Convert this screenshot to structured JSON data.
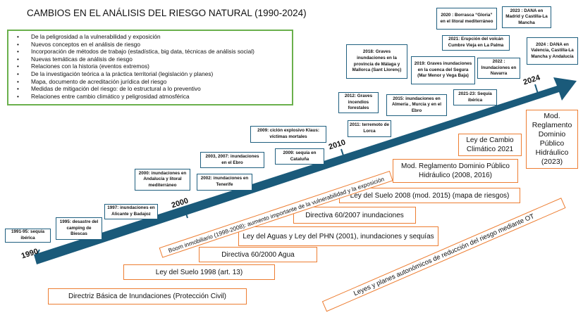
{
  "title": "CAMBIOS EN EL ANÁLISIS DEL RIESGO NATURAL (1990-2024)",
  "key_points": [
    "De la peligrosidad a la vulnerabilidad y exposición",
    "Nuevos conceptos en el análisis de riesgo",
    "Incorporación de métodos de trabajo (estadística, big data, técnicas de análisis social)",
    "Nuevas temáticas de análisis de riesgo",
    "Relaciones con la historia (eventos extremos)",
    "De la investigación teórica a la práctica territorial (legislación y planes)",
    "Mapa, documento de acreditación jurídica del riesgo",
    "Medidas de mitigación del riesgo: de lo estructural a lo preventivo",
    "Relaciones entre cambio climático y peligrosidad atmosférica"
  ],
  "years": [
    "1990",
    "2000",
    "2010",
    "2024"
  ],
  "events": [
    "1991-95: sequía ibérica",
    "1995: desastre del camping de Biescas",
    "1997: inundaciones en Alicante y Badajoz",
    "2000: inundaciones en Andalucía y litoral mediterráneo",
    "2002: inundaciones en Tenerife",
    "2003, 2007: inundaciones en el Ebro",
    "2009: ciclón explosivo Klaus: víctimas mortales",
    "2009: sequía en Cataluña",
    "2011: terremoto de Lorca",
    "2012: Graves incendios forestales",
    "2015: inundaciones en Almería , Murcia y en el Ebro",
    "2018: Graves inundaciones en la provincia de Málaga y Mallorca (Sant Llorenç)",
    "2019: Graves inundaciones en la cuenca del Segura (Mar Menor y Vega Baja)",
    "2020 : Borrasca “Gloria” en el litoral mediterráneo",
    "2021: Erupción del volcán Cumbre Vieja en La Palma",
    "2021-23: Sequía ibérica",
    "2022 : Inundaciones en Navarra",
    "2023 : DANA en Madrid y Castilla-La Mancha",
    "2024 : DANA en Valencia, Castilla-La Mancha y Andalucía"
  ],
  "laws": [
    "Mod. Reglamento Dominio Público Hidráulico (2023)",
    "Ley de Cambio Climático 2021",
    "Mod. Reglamento Dominio Público Hidráulico (2008, 2016)",
    "Ley del Suelo 2008 (mod. 2015) (mapa de riesgos)",
    "Directiva 60/2007 inundaciones",
    "Ley del Aguas y Ley del PHN (2001), inundaciones y sequías",
    "Directiva 60/2000  Agua",
    "Ley del Suelo 1998 (art. 13)",
    "Directriz Básica de Inundaciones (Protección Civil)"
  ],
  "boom": "Boom inmobiliario (1998-2008): aumento importante de la vulnerabilidad y la exposición",
  "regional": "Leyes y planes autonómicos de reducción del riesgo mediante OT",
  "colors": {
    "arrow": "#1a5a7a",
    "event_border": "#1f5f7f",
    "law_border": "#ed7d31",
    "points_border": "#6ab04c"
  }
}
